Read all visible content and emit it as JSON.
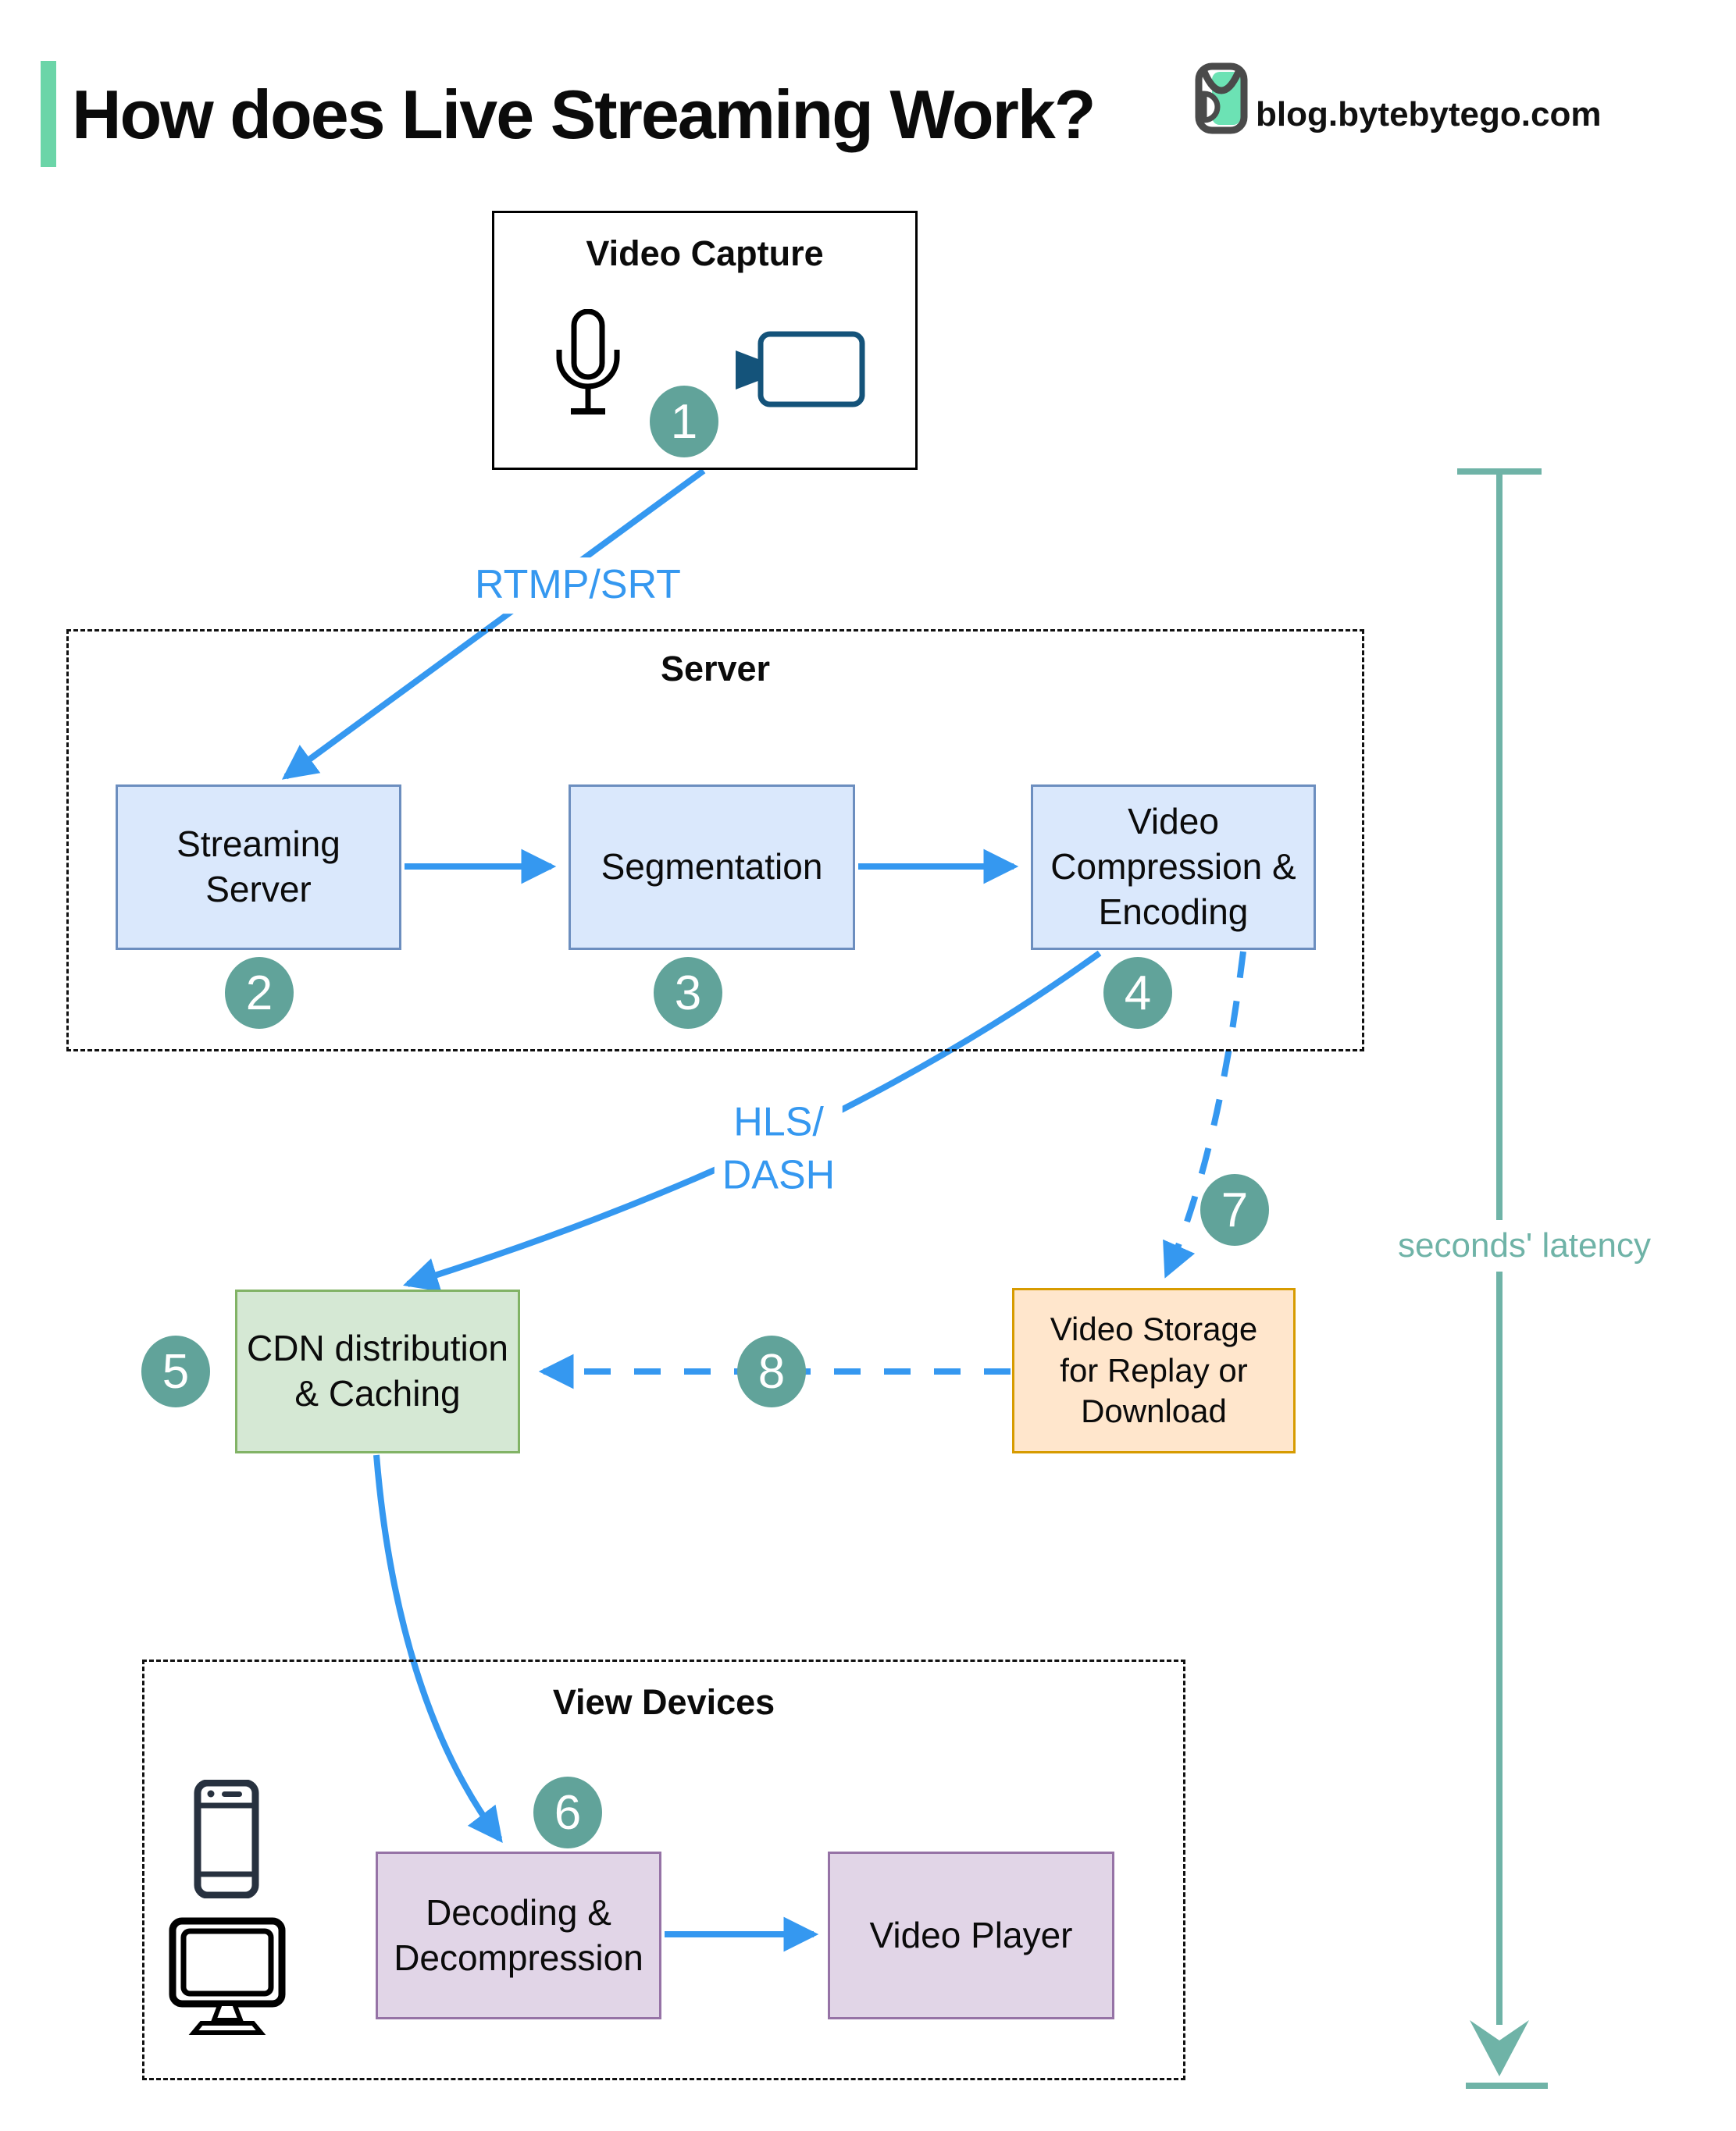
{
  "header": {
    "title": "How does Live Streaming Work?",
    "site": "blog.bytebytego.com"
  },
  "groups": {
    "video_capture": "Video Capture",
    "server": "Server",
    "view_devices": "View Devices"
  },
  "nodes": {
    "streaming_server": "Streaming\nServer",
    "segmentation": "Segmentation",
    "compression": "Video\nCompression &\nEncoding",
    "cdn": "CDN distribution\n& Caching",
    "storage": "Video Storage\nfor Replay or\nDownload",
    "decoding": "Decoding &\nDecompression",
    "player": "Video Player"
  },
  "labels": {
    "rtmp": "RTMP/SRT",
    "hls": "HLS/\nDASH",
    "latency": "seconds' latency"
  },
  "badges": [
    "1",
    "2",
    "3",
    "4",
    "5",
    "6",
    "7",
    "8"
  ],
  "edges": [
    {
      "from": "video-capture",
      "to": "streaming-server",
      "label": "RTMP/SRT",
      "style": "solid",
      "badge": "1"
    },
    {
      "from": "streaming-server",
      "to": "segmentation",
      "style": "solid",
      "badge": "2"
    },
    {
      "from": "segmentation",
      "to": "video-compression-encoding",
      "style": "solid",
      "badge": "3"
    },
    {
      "from": "video-compression-encoding",
      "to": "cdn-distribution-caching",
      "label": "HLS/DASH",
      "style": "solid",
      "badge": "4"
    },
    {
      "from": "video-compression-encoding",
      "to": "video-storage",
      "style": "dashed",
      "badge": "7"
    },
    {
      "from": "video-storage",
      "to": "cdn-distribution-caching",
      "style": "dashed",
      "badge": "8"
    },
    {
      "from": "cdn-distribution-caching",
      "to": "decoding-decompression",
      "style": "solid",
      "badge": "6"
    },
    {
      "from": "decoding-decompression",
      "to": "video-player",
      "style": "solid"
    }
  ],
  "icons": [
    "bytebytego-logo",
    "microphone-icon",
    "video-camera-icon",
    "smartphone-icon",
    "monitor-icon"
  ],
  "colors": {
    "accent_blue": "#3598f0",
    "badge_teal": "#61a39a",
    "latency_teal": "#6fb3a7",
    "title_bar_green": "#6bd5a8",
    "logo_green": "#6ce2b4",
    "node_blue_fill": "#dae8fc",
    "node_blue_border": "#6c8ebf",
    "node_green_fill": "#d5e8d4",
    "node_green_border": "#82b366",
    "node_orange_fill": "#ffe6cc",
    "node_orange_border": "#d79b00",
    "node_purple_fill": "#e1d5e7",
    "node_purple_border": "#9673a6",
    "camera_teal": "#14537a",
    "phone_navy": "#27313f"
  }
}
